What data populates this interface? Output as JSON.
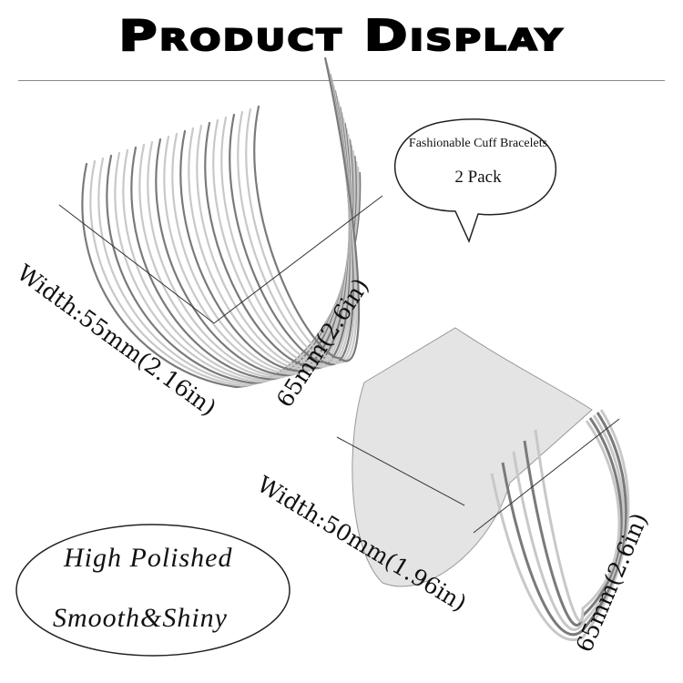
{
  "title": "Product Display",
  "bubble": {
    "line1": "Fashionable Cuff Bracelets",
    "line2": "2 Pack"
  },
  "bracelet1": {
    "width_label": "Width:55mm(2.16in)",
    "height_label": "65mm(2.6in)"
  },
  "bracelet2": {
    "width_label": "Width:50mm(1.96in)",
    "height_label": "65mm(2.6in)"
  },
  "badge": {
    "line1": "High Polished",
    "line2": "Smooth&Shiny"
  },
  "colors": {
    "silver": "#c8c8c8",
    "dark": "#7a7a7a",
    "text": "#111111"
  }
}
